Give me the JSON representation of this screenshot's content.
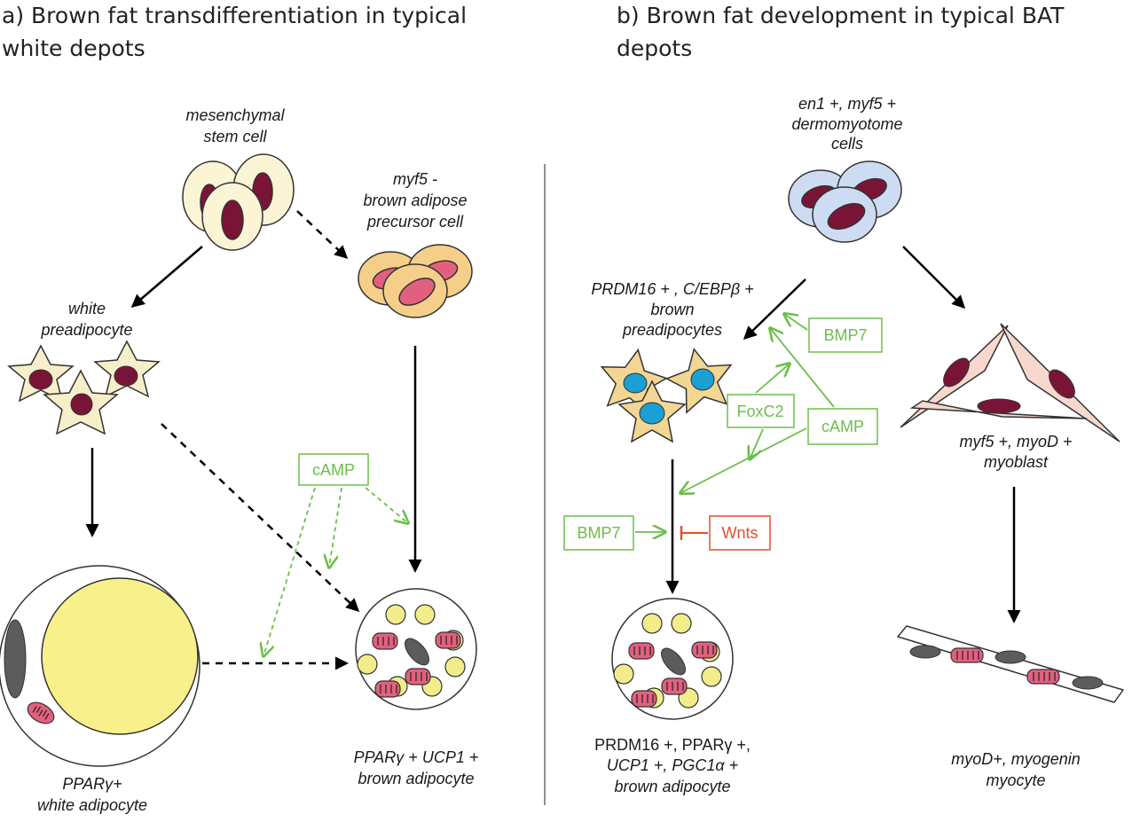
{
  "colors": {
    "signal_green": "#6cbf4a",
    "inhibit_red": "#e0502e",
    "nucleus": "#7a1436",
    "mito": "#e2607e",
    "lipid": "#f3ec8a",
    "lipid_droplet_white": "#f8f08a",
    "msc_cell": "#fbf5d6",
    "brown_precursor_cell": "#f5cf8a",
    "dermomyotome_cell": "#cddcf2",
    "preadipocyte_star": "#f6efc9",
    "brown_preadipocyte_star": "#f3d694",
    "brown_preadipocyte_nucleus": "#1aa0d2",
    "myoblast_cell": "#f8d8cc"
  },
  "panel_a": {
    "title_line1": "a) Brown fat transdifferentiation in typical",
    "title_line2": "white depots",
    "msc_label_1": "mesenchymal",
    "msc_label_2": "stem cell",
    "myf5_label_1": "myf5 -",
    "myf5_label_2": "brown adipose",
    "myf5_label_3": "precursor cell",
    "white_pre_label_1": "white",
    "white_pre_label_2": "preadipocyte",
    "camp": "cAMP",
    "white_adipocyte_label_1": "PPARγ+",
    "white_adipocyte_label_2": "white adipocyte",
    "brown_adipocyte_label_1": "PPARγ + UCP1 +",
    "brown_adipocyte_label_2": "brown adipocyte"
  },
  "panel_b": {
    "title_line1": "b) Brown fat development in typical BAT",
    "title_line2": "depots",
    "derm_label_1": "en1 +,  myf5 +",
    "derm_label_2": "dermomyotome",
    "derm_label_3": "cells",
    "brown_pre_label_1": "PRDM16 + , C/EBPβ +",
    "brown_pre_label_2": "brown",
    "brown_pre_label_3": "preadipocytes",
    "bmp7_top": "BMP7",
    "foxc2": "FoxC2",
    "camp": "cAMP",
    "bmp7_left": "BMP7",
    "wnts": "Wnts",
    "myoblast_label_1": "myf5 +, myoD +",
    "myoblast_label_2": "myoblast",
    "brown_adipocyte_label_1": "PRDM16 +, PPARγ +,",
    "brown_adipocyte_label_2": "UCP1 +, PGC1α +",
    "brown_adipocyte_label_3": "brown adipocyte",
    "myocyte_label_1": "myoD+, myogenin",
    "myocyte_label_2": "myocyte"
  }
}
